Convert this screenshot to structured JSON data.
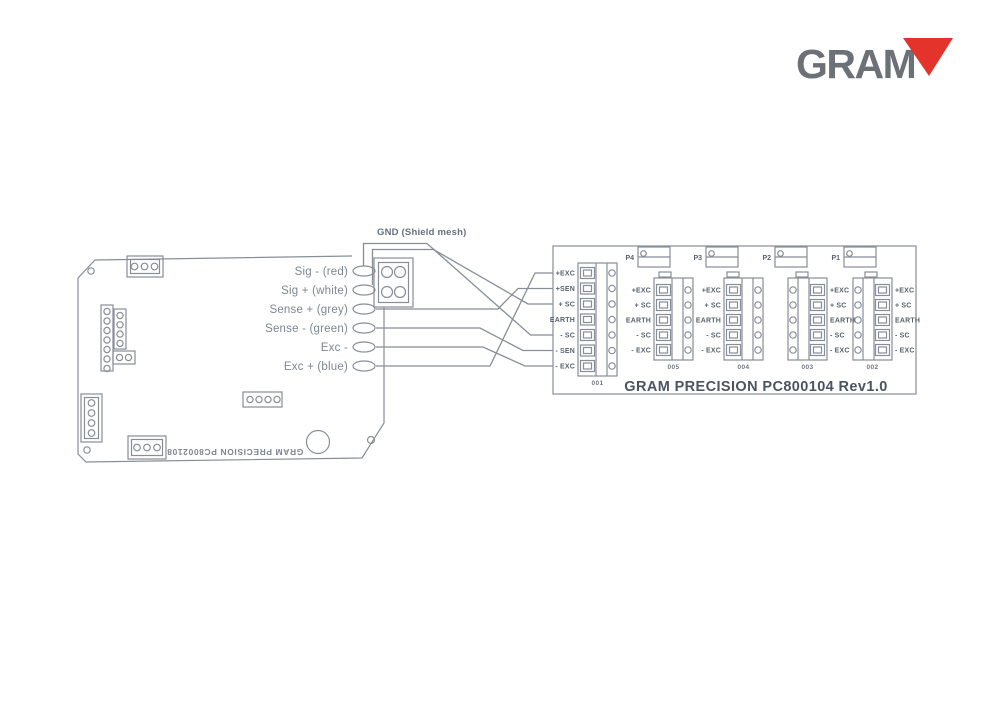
{
  "colors": {
    "line": "#878e98",
    "pad_label_text": "#7e8692",
    "pin_label_text": "#58616d",
    "board_title_text": "#4b545f",
    "logo_gray": "#6c7178",
    "logo_red": "#e4332b"
  },
  "logo": {
    "text": "GRAM"
  },
  "left_pcb": {
    "silkscreen_text": "GRAM PRECISION  PC8002108",
    "gnd_label": "GND (Shield mesh)",
    "pad_labels": [
      "Sig - (red)",
      "Sig + (white)",
      "Sense + (grey)",
      "Sense - (green)",
      "Exc -",
      "Exc + (blue)"
    ]
  },
  "junction_board": {
    "title": "GRAM PRECISION  PC800104  Rev1.0",
    "relays": [
      "P4",
      "P3",
      "P2",
      "P1"
    ],
    "connectors": [
      {
        "id": "001",
        "pins": [
          "+EXC",
          "+SEN",
          "+ SC",
          "EARTH",
          "- SC",
          "- SEN",
          "- EXC"
        ]
      },
      {
        "id": "005",
        "pins": [
          "+EXC",
          "+ SC",
          "EARTH",
          "- SC",
          "- EXC"
        ]
      },
      {
        "id": "004",
        "pins": [
          "+EXC",
          "+ SC",
          "EARTH",
          "- SC",
          "- EXC"
        ]
      },
      {
        "id": "003",
        "pins": [
          "+EXC",
          "+ SC",
          "EARTH",
          "- SC",
          "- EXC"
        ]
      },
      {
        "id": "002",
        "pins": [
          "+EXC",
          "+ SC",
          "EARTH",
          "- SC",
          "- EXC"
        ]
      }
    ]
  },
  "wiring": [
    {
      "from": "Sig - (red)",
      "to": "- SC"
    },
    {
      "from": "Sig + (white)",
      "to": "+ SC"
    },
    {
      "from": "Sense + (grey)",
      "to": "+SEN"
    },
    {
      "from": "Sense - (green)",
      "to": "- SEN"
    },
    {
      "from": "Exc -",
      "to": "- EXC"
    },
    {
      "from": "Exc + (blue)",
      "to": "+EXC"
    }
  ]
}
